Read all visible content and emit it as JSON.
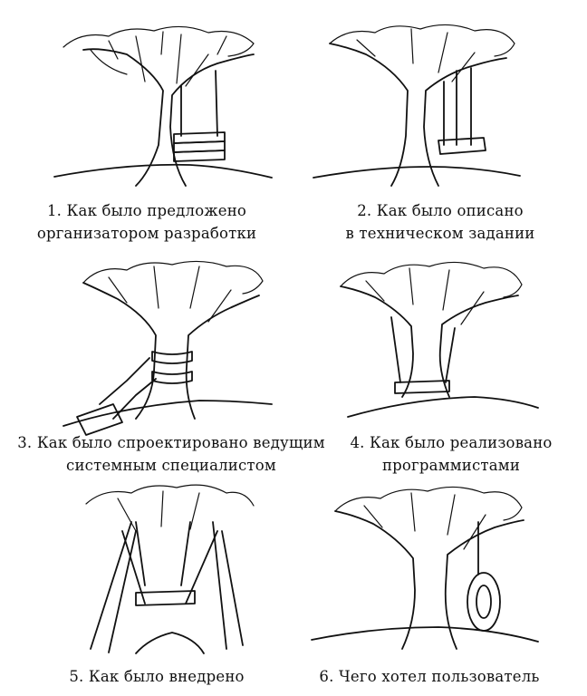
{
  "panels": [
    {
      "line1": "1. Как было предложено",
      "line2": "организатором  разработки"
    },
    {
      "line1": "2. Как было описано",
      "line2": "в  техническом  задании"
    },
    {
      "line1": "3. Как было спроектировано ведущим",
      "line2": "системным  специалистом"
    },
    {
      "line1": "4. Как было реализовано",
      "line2": "программистами"
    },
    {
      "line1": "5. Как было внедрено",
      "line2": ""
    },
    {
      "line1": "6. Чего хотел пользователь",
      "line2": ""
    }
  ]
}
